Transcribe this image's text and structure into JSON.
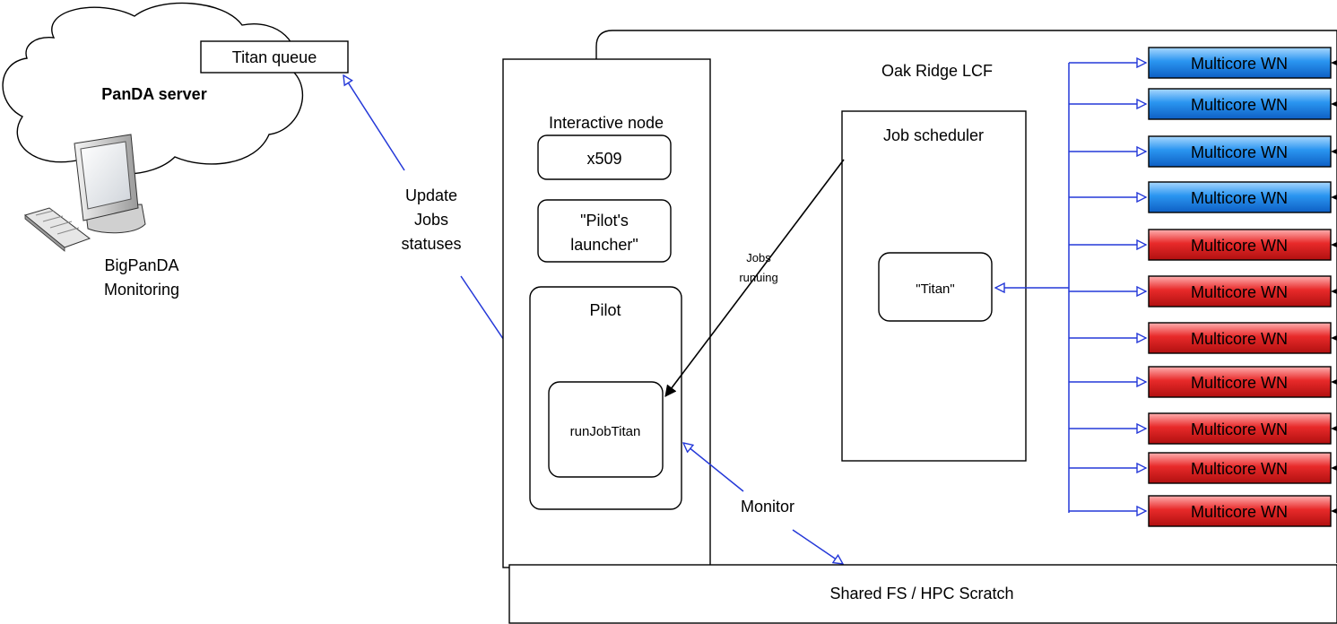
{
  "panda": {
    "cloud_label": "PanDA server",
    "queue_label": "Titan queue",
    "monitoring_label_1": "BigPanDA",
    "monitoring_label_2": "Monitoring"
  },
  "update_label": [
    "Update",
    "Jobs",
    "statuses"
  ],
  "interactive": {
    "title": "Interactive node",
    "x509": "x509",
    "launcher_1": "\"Pilot's",
    "launcher_2": "launcher\"",
    "pilot_title": "Pilot",
    "runjob": "runJobTitan"
  },
  "olcf": {
    "title": "Oak Ridge LCF",
    "scheduler_title": "Job scheduler",
    "titan_label": "\"Titan\""
  },
  "jobs_running_label": [
    "Jobs",
    "runuing"
  ],
  "monitor_label": "Monitor",
  "shared_fs_label": "Shared FS  /  HPC Scratch",
  "worker_nodes": [
    {
      "label": "Multicore WN",
      "color": "blue"
    },
    {
      "label": "Multicore WN",
      "color": "blue"
    },
    {
      "label": "Multicore WN",
      "color": "blue"
    },
    {
      "label": "Multicore WN",
      "color": "blue"
    },
    {
      "label": "Multicore WN",
      "color": "red"
    },
    {
      "label": "Multicore WN",
      "color": "red"
    },
    {
      "label": "Multicore WN",
      "color": "red"
    },
    {
      "label": "Multicore WN",
      "color": "red"
    },
    {
      "label": "Multicore WN",
      "color": "red"
    },
    {
      "label": "Multicore WN",
      "color": "red"
    },
    {
      "label": "Multicore WN",
      "color": "red"
    }
  ],
  "colors": {
    "arrow_blue": "#2438d8",
    "wn_blue": "#2a95f0",
    "wn_red": "#e82a2a"
  }
}
